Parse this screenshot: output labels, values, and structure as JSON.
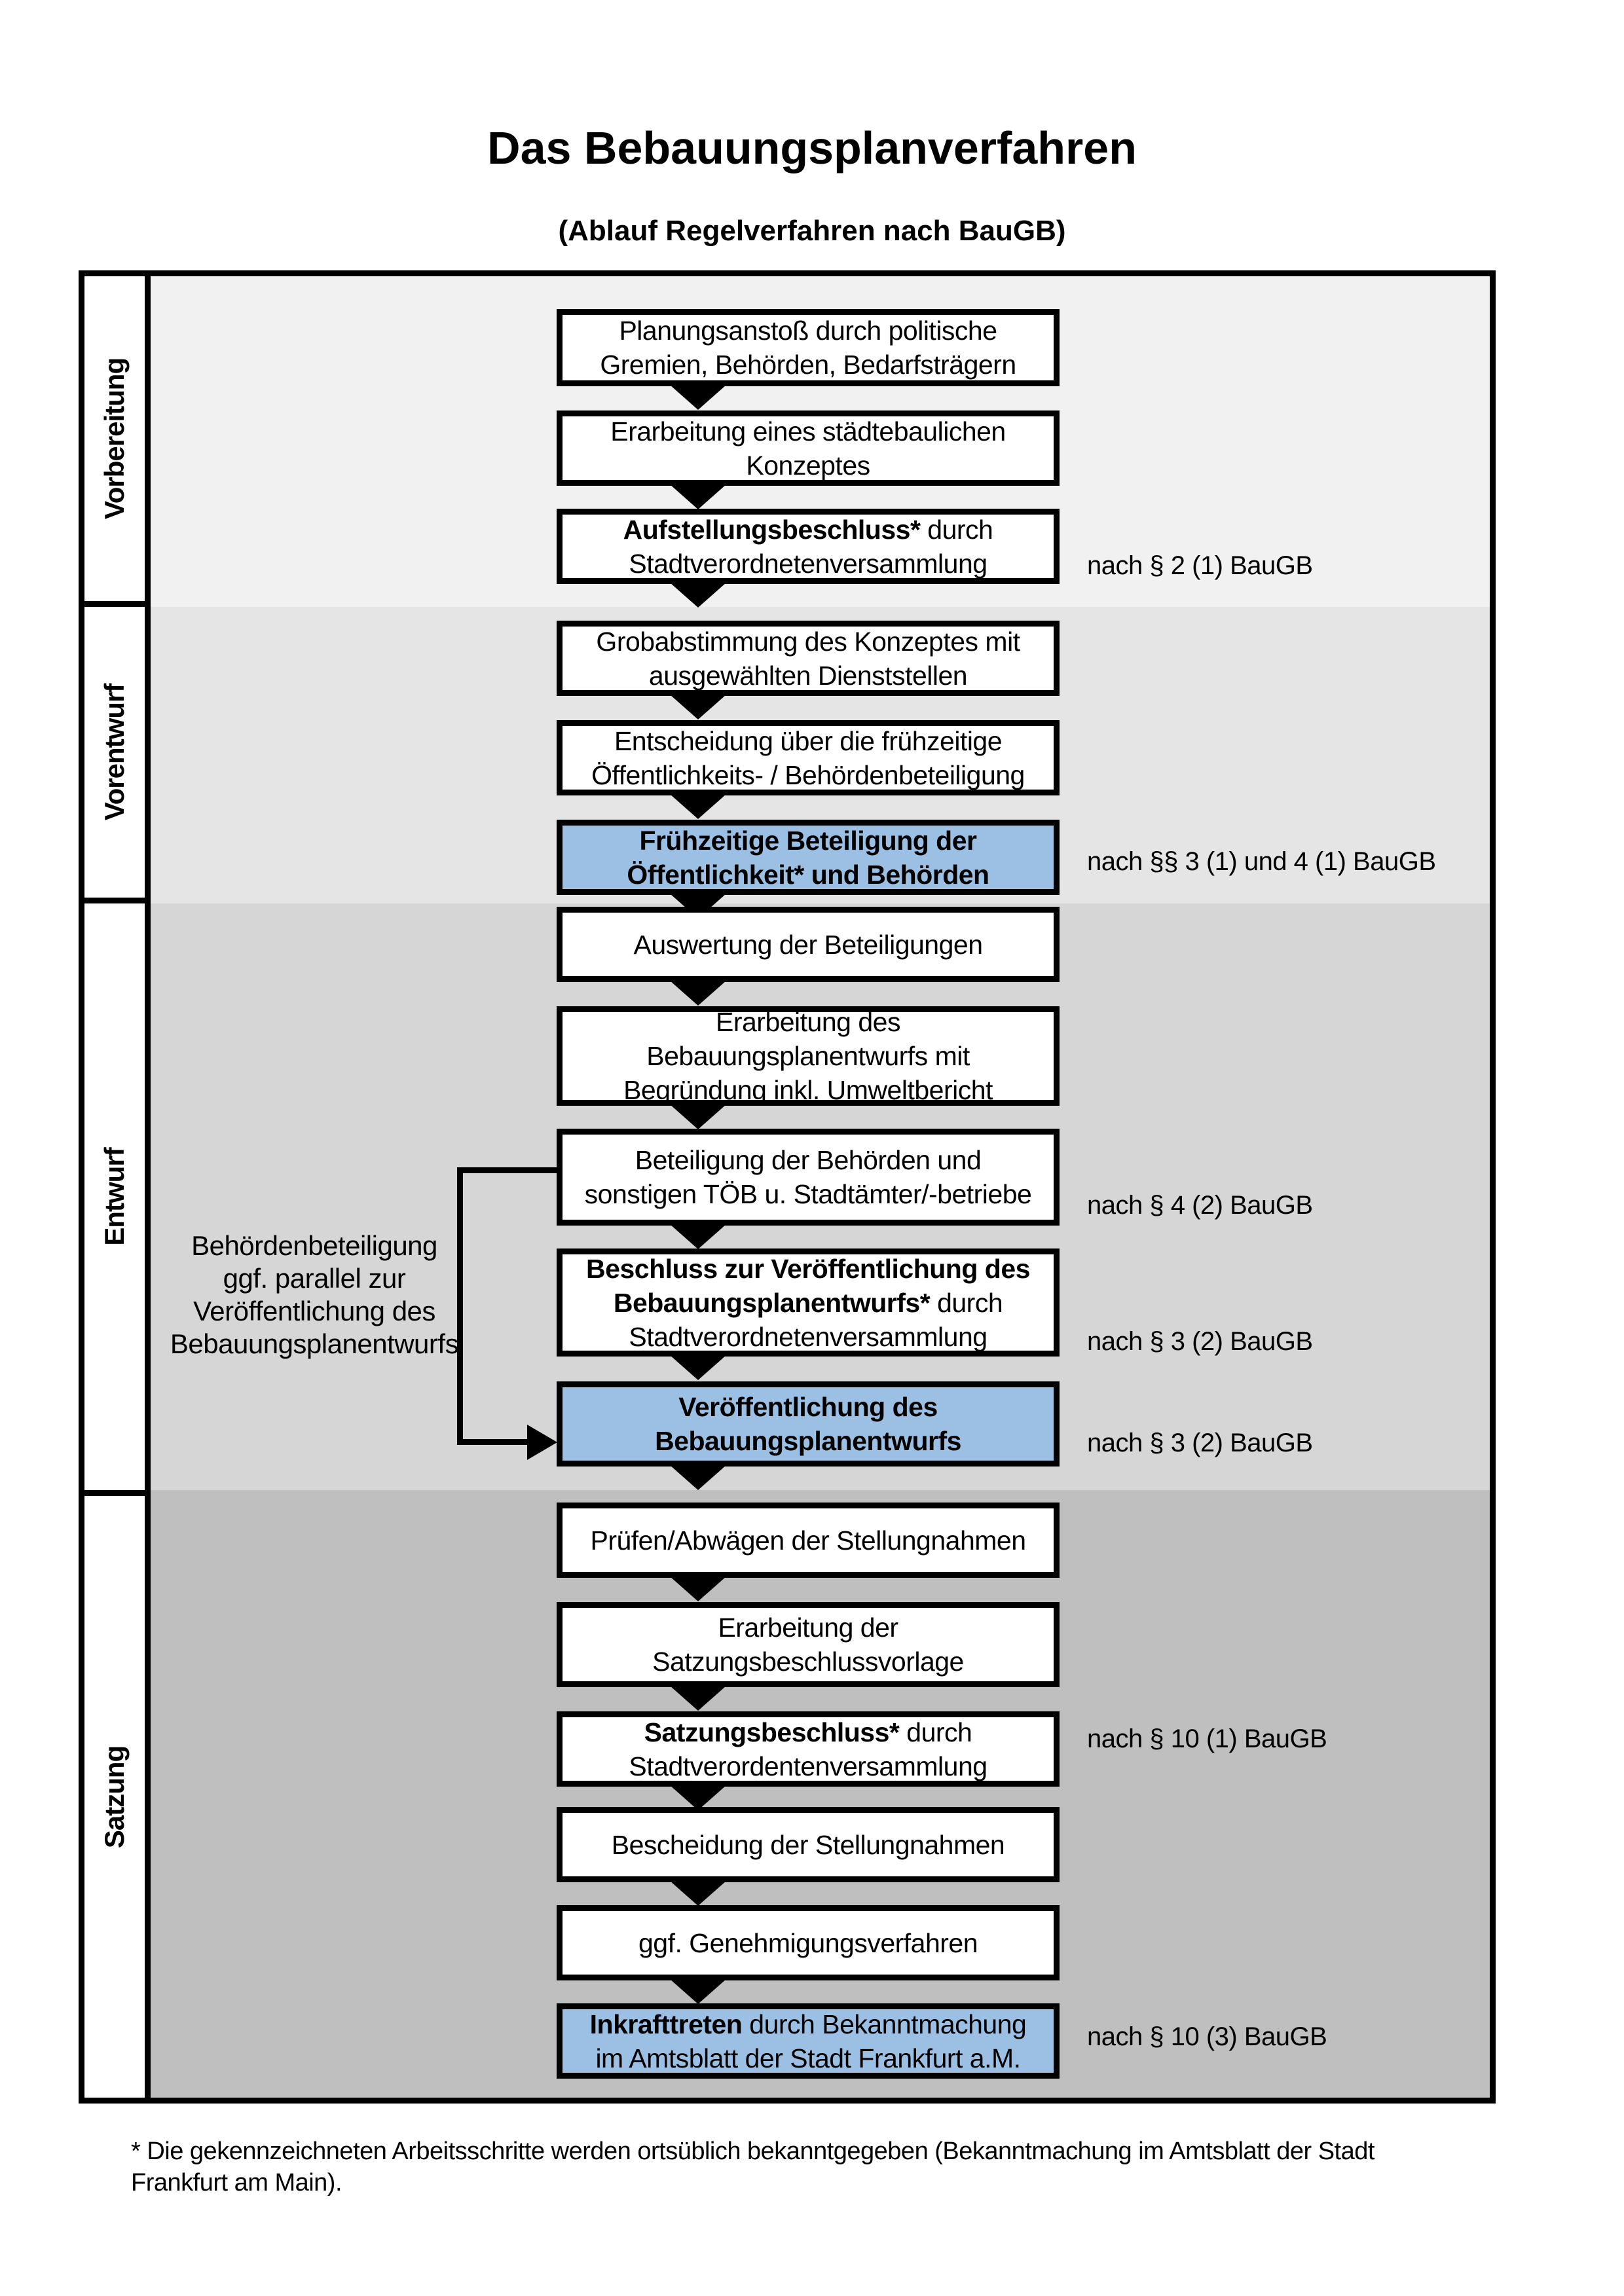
{
  "page": {
    "title": "Das Bebauungsplanverfahren",
    "subtitle": "(Ablauf Regelverfahren nach BauGB)",
    "footnote": "* Die gekennzeichneten Arbeitsschritte werden ortsüblich bekanntgegeben (Bekanntmachung im Amtsblatt der Stadt\nFrankfurt am Main)."
  },
  "colors": {
    "highlight_blue": "#9CC0E4",
    "band_vorbereitung": "#F1F1F1",
    "band_vorentwurf": "#E5E5E5",
    "band_entwurf": "#D6D6D6",
    "band_satzung": "#BFBFBF"
  },
  "phases": [
    {
      "label": "Vorbereitung"
    },
    {
      "label": "Vorentwurf"
    },
    {
      "label": "Entwurf"
    },
    {
      "label": "Satzung"
    }
  ],
  "flow": {
    "boxes": [
      {
        "segments": [
          {
            "text": "Planungsanstoß durch politische\nGremien, Behörden, Bedarfsträgern",
            "bold": false
          }
        ]
      },
      {
        "segments": [
          {
            "text": "Erarbeitung eines städtebaulichen\nKonzeptes",
            "bold": false
          }
        ]
      },
      {
        "segments": [
          {
            "text": "Aufstellungsbeschluss*",
            "bold": true
          },
          {
            "text": " durch\nStadtverordnetenversammlung",
            "bold": false
          }
        ]
      },
      {
        "segments": [
          {
            "text": "Grobabstimmung des Konzeptes mit\nausgewählten Dienststellen",
            "bold": false
          }
        ]
      },
      {
        "segments": [
          {
            "text": "Entscheidung über die frühzeitige\nÖffentlichkeits- / Behördenbeteiligung",
            "bold": false
          }
        ]
      },
      {
        "segments": [
          {
            "text": "Frühzeitige Beteiligung der\nÖffentlichkeit* und Behörden",
            "bold": true
          }
        ]
      },
      {
        "segments": [
          {
            "text": "Auswertung der Beteiligungen",
            "bold": false
          }
        ]
      },
      {
        "segments": [
          {
            "text": "Erarbeitung des\nBebauungsplanentwurfs mit\nBegründung inkl. Umweltbericht",
            "bold": false
          }
        ]
      },
      {
        "segments": [
          {
            "text": "Beteiligung der Behörden und\nsonstigen TÖB u. Stadtämter/-betriebe",
            "bold": false
          }
        ]
      },
      {
        "segments": [
          {
            "text": "Beschluss zur Veröffentlichung des\nBebauungsplanentwurfs*",
            "bold": true
          },
          {
            "text": " durch\nStadtverordnetenversammlung",
            "bold": false
          }
        ]
      },
      {
        "segments": [
          {
            "text": "Veröffentlichung des\nBebauungsplanentwurfs",
            "bold": true
          }
        ]
      },
      {
        "segments": [
          {
            "text": "Prüfen/Abwägen der Stellungnahmen",
            "bold": false
          }
        ]
      },
      {
        "segments": [
          {
            "text": "Erarbeitung der\nSatzungsbeschlussvorlage",
            "bold": false
          }
        ]
      },
      {
        "segments": [
          {
            "text": "Satzungsbeschluss*",
            "bold": true
          },
          {
            "text": " durch\nStadtverordentenversammlung",
            "bold": false
          }
        ]
      },
      {
        "segments": [
          {
            "text": "Bescheidung der Stellungnahmen",
            "bold": false
          }
        ]
      },
      {
        "segments": [
          {
            "text": "ggf. Genehmigungsverfahren",
            "bold": false
          }
        ]
      },
      {
        "segments": [
          {
            "text": "Inkrafttreten",
            "bold": true
          },
          {
            "text": " durch Bekanntmachung\nim Amtsblatt der Stadt Frankfurt a.M.",
            "bold": false
          }
        ]
      }
    ]
  },
  "notes": [
    {
      "text": "nach § 2 (1) BauGB"
    },
    {
      "text": "nach §§ 3 (1) und 4 (1) BauGB"
    },
    {
      "text": "nach § 4 (2) BauGB"
    },
    {
      "text": "nach § 3 (2) BauGB"
    },
    {
      "text": "nach § 3 (2) BauGB"
    },
    {
      "text": "nach § 10 (1) BauGB"
    },
    {
      "text": "nach § 10 (3) BauGB"
    }
  ],
  "annotation": {
    "text": "Behördenbeteiligung\nggf. parallel zur\nVeröffentlichung des\nBebauungsplanentwurfs"
  }
}
